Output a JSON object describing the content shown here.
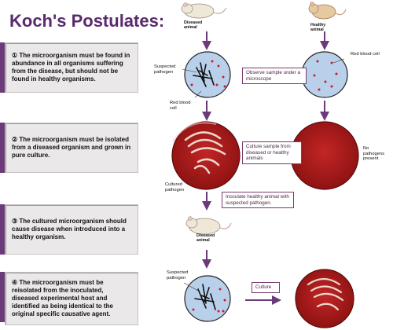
{
  "title": "Koch's Postulates:",
  "postulates": [
    "① The microorganism must be found in abundance in all organisms suffering from the disease, but should not be found in healthy organisms.",
    "② The microorganism must be isolated from a diseased organism and grown in pure culture.",
    "③ The cultured microorganism should cause disease when introduced into a healthy organism.",
    "④ The microorganism must be reisolated from the inoculated, diseased experimental host and identified as being identical to the original specific causative agent."
  ],
  "labels": {
    "diseased_animal_top": "Diseased animal",
    "healthy_animal": "Healthy animal",
    "suspected_pathogen_1": "Suspected pathogen",
    "red_blood_cell_left": "Red blood cell",
    "red_blood_cell_right": "Red blood cell",
    "cultured_pathogen": "Cultured pathogen",
    "no_pathogens": "No pathogens present",
    "diseased_animal_bottom": "Diseased animal",
    "suspected_pathogen_2": "Suspected pathogen"
  },
  "notes": {
    "observe": "Observe sample under a microscope",
    "culture_sample": "Culture sample from diseased or healthy animals",
    "inoculate": "Inoculate healthy animal with suspected pathogen.",
    "culture": "Culture"
  },
  "colors": {
    "title": "#5a2a6e",
    "accent": "#6b3a7a",
    "dish": "#a31919",
    "slide": "#b9d0ea"
  }
}
